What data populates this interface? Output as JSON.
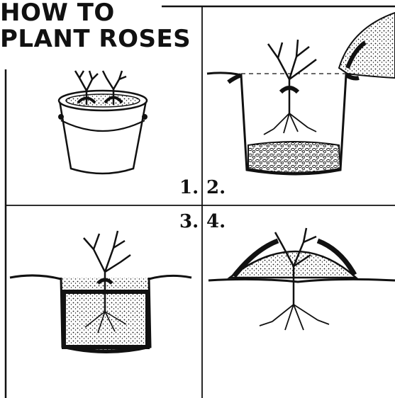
{
  "title": {
    "line1": "HOW TO",
    "line2": "PLANT ROSES"
  },
  "steps": [
    {
      "number": "1.",
      "icon": "rose-in-bucket-icon"
    },
    {
      "number": "2.",
      "icon": "rose-in-prepared-hole-icon"
    },
    {
      "number": "3.",
      "icon": "rose-planted-in-soil-icon"
    },
    {
      "number": "4.",
      "icon": "rose-mounded-with-soil-icon"
    }
  ],
  "colors": {
    "ink": "#111111",
    "paper": "#ffffff"
  }
}
